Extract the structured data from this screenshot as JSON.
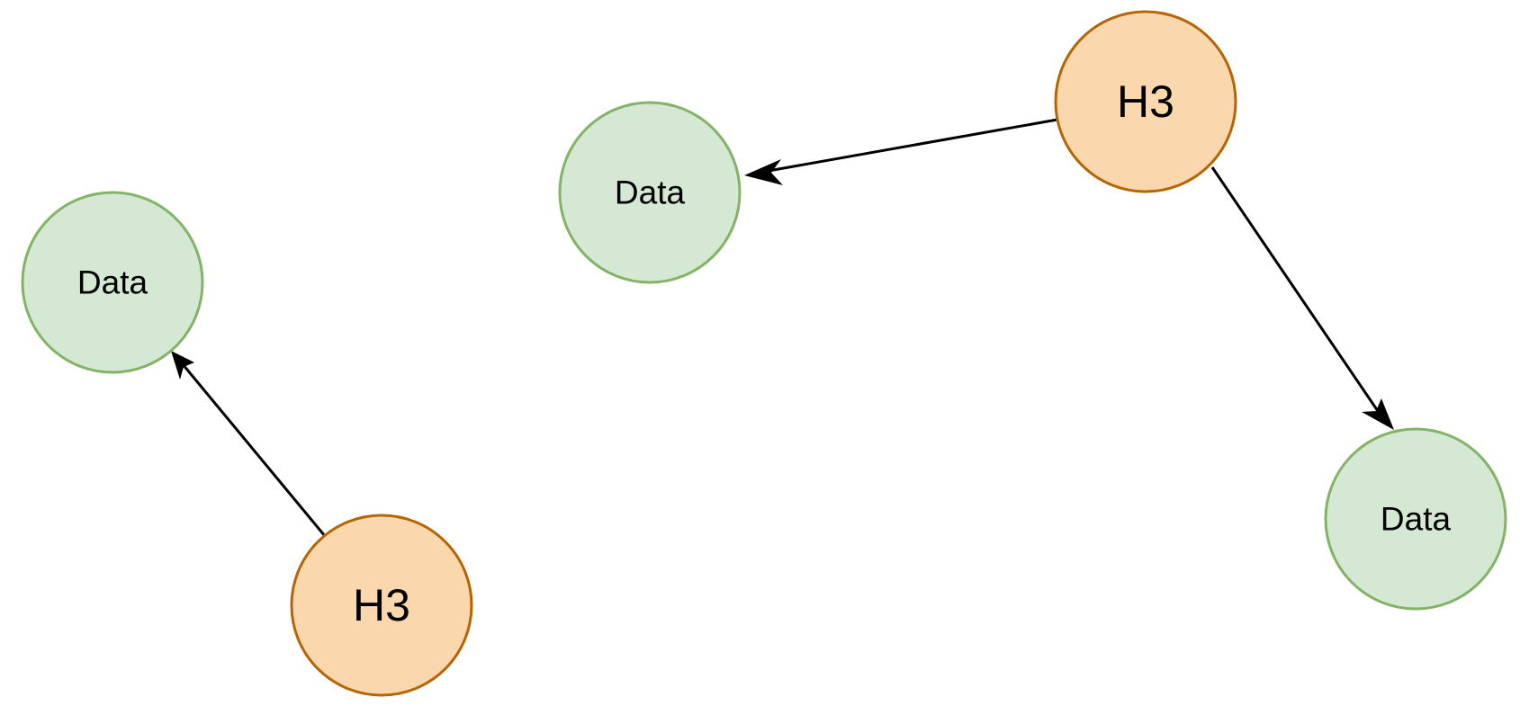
{
  "colors": {
    "h3_fill": "#fad7ac",
    "h3_stroke": "#b46504",
    "data_fill": "#d5e8d4",
    "data_stroke": "#82b366",
    "edge": "#000000"
  },
  "nodes": {
    "h3_left": {
      "label": "H3",
      "kind": "h3"
    },
    "data_left": {
      "label": "Data",
      "kind": "data"
    },
    "h3_right": {
      "label": "H3",
      "kind": "h3"
    },
    "data_middle": {
      "label": "Data",
      "kind": "data"
    },
    "data_right": {
      "label": "Data",
      "kind": "data"
    }
  },
  "edges": [
    {
      "from": "h3_left",
      "to": "data_left"
    },
    {
      "from": "h3_right",
      "to": "data_middle"
    },
    {
      "from": "h3_right",
      "to": "data_right"
    }
  ]
}
